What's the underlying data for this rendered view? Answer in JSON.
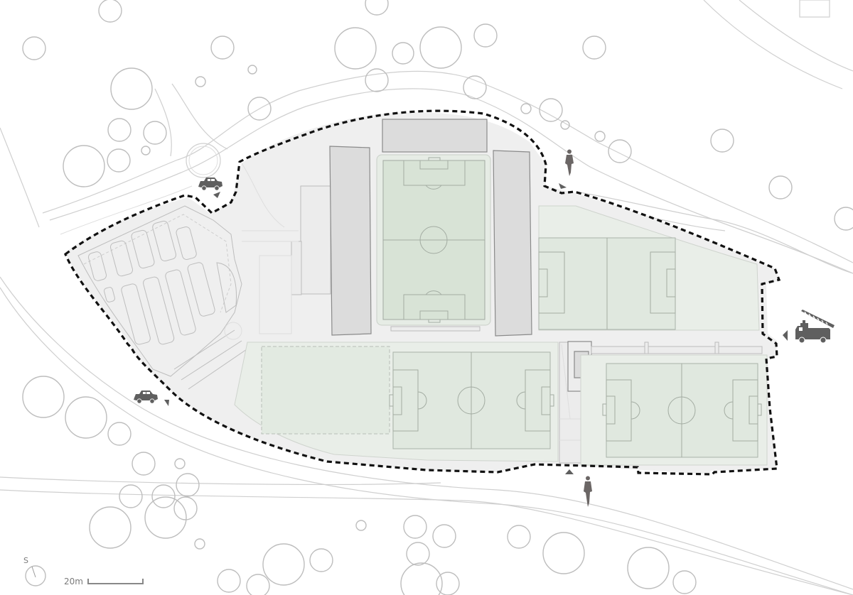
{
  "map": {
    "type": "site-plan",
    "description": "Football stadium and training pitches site plan",
    "colors": {
      "background": "#ffffff",
      "site_area": "#efefef",
      "pitch_grass": "#dfe7de",
      "buildings": "#dcdcdc",
      "boundary": "#111111",
      "icons": "#5f5f5f"
    }
  },
  "legend": {
    "scale_label": "20m",
    "north_label": "S"
  },
  "access_points": [
    {
      "type": "car",
      "icon": "car-icon",
      "position": "north-west entry"
    },
    {
      "type": "car",
      "icon": "car-icon",
      "position": "south-west entry"
    },
    {
      "type": "pedestrian",
      "icon": "person-icon",
      "position": "north-east entry"
    },
    {
      "type": "pedestrian",
      "icon": "person-icon",
      "position": "south entry"
    },
    {
      "type": "emergency",
      "icon": "fire-truck-icon",
      "position": "east entry"
    }
  ],
  "features": {
    "main_stadium_pitch": "Main stadium pitch",
    "stands": [
      "North stand",
      "West stand",
      "East stand"
    ],
    "training_pitches": 3,
    "practice_area": "Training area (dashed)",
    "parking_lot": "Parking lot"
  }
}
